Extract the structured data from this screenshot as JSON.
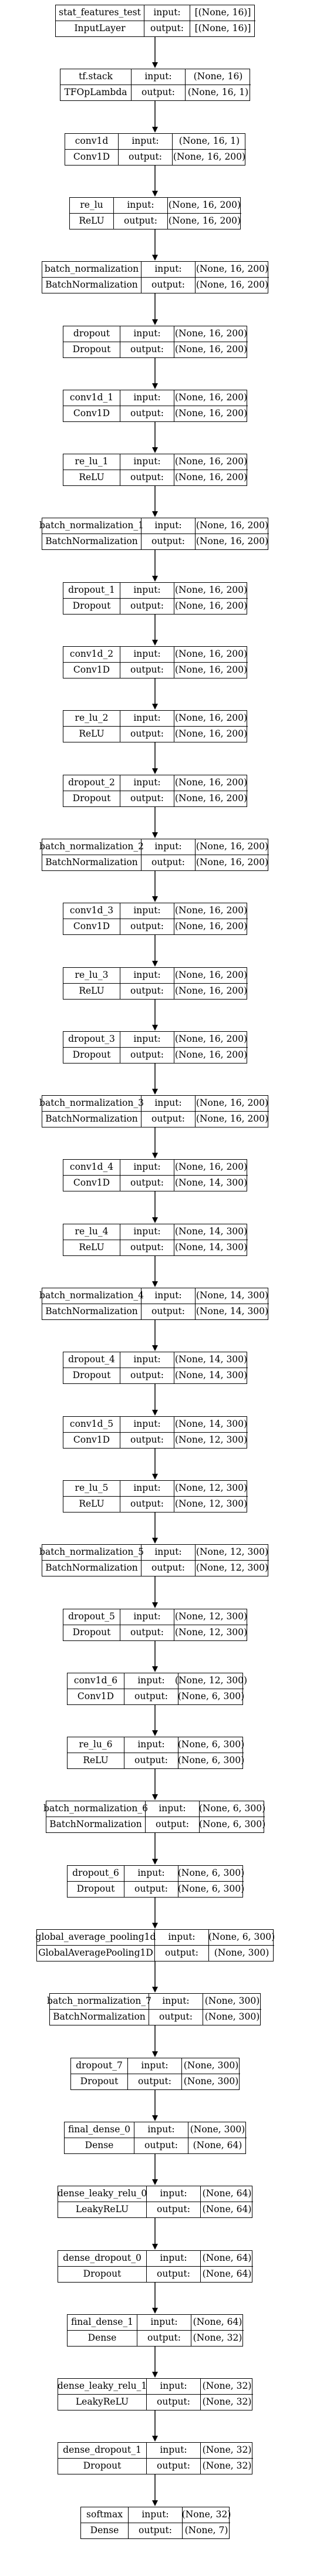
{
  "labels": {
    "input": "input:",
    "output": "output:"
  },
  "layers": [
    {
      "name": "stat_features_test",
      "class": "InputLayer",
      "input": "[(None, 16)]",
      "output": "[(None, 16)]"
    },
    {
      "name": "tf.stack",
      "class": "TFOpLambda",
      "input": "(None, 16)",
      "output": "(None, 16, 1)"
    },
    {
      "name": "conv1d",
      "class": "Conv1D",
      "input": "(None, 16, 1)",
      "output": "(None, 16, 200)"
    },
    {
      "name": "re_lu",
      "class": "ReLU",
      "input": "(None, 16, 200)",
      "output": "(None, 16, 200)"
    },
    {
      "name": "batch_normalization",
      "class": "BatchNormalization",
      "input": "(None, 16, 200)",
      "output": "(None, 16, 200)"
    },
    {
      "name": "dropout",
      "class": "Dropout",
      "input": "(None, 16, 200)",
      "output": "(None, 16, 200)"
    },
    {
      "name": "conv1d_1",
      "class": "Conv1D",
      "input": "(None, 16, 200)",
      "output": "(None, 16, 200)"
    },
    {
      "name": "re_lu_1",
      "class": "ReLU",
      "input": "(None, 16, 200)",
      "output": "(None, 16, 200)"
    },
    {
      "name": "batch_normalization_1",
      "class": "BatchNormalization",
      "input": "(None, 16, 200)",
      "output": "(None, 16, 200)"
    },
    {
      "name": "dropout_1",
      "class": "Dropout",
      "input": "(None, 16, 200)",
      "output": "(None, 16, 200)"
    },
    {
      "name": "conv1d_2",
      "class": "Conv1D",
      "input": "(None, 16, 200)",
      "output": "(None, 16, 200)"
    },
    {
      "name": "re_lu_2",
      "class": "ReLU",
      "input": "(None, 16, 200)",
      "output": "(None, 16, 200)"
    },
    {
      "name": "dropout_2",
      "class": "Dropout",
      "input": "(None, 16, 200)",
      "output": "(None, 16, 200)"
    },
    {
      "name": "batch_normalization_2",
      "class": "BatchNormalization",
      "input": "(None, 16, 200)",
      "output": "(None, 16, 200)"
    },
    {
      "name": "conv1d_3",
      "class": "Conv1D",
      "input": "(None, 16, 200)",
      "output": "(None, 16, 200)"
    },
    {
      "name": "re_lu_3",
      "class": "ReLU",
      "input": "(None, 16, 200)",
      "output": "(None, 16, 200)"
    },
    {
      "name": "dropout_3",
      "class": "Dropout",
      "input": "(None, 16, 200)",
      "output": "(None, 16, 200)"
    },
    {
      "name": "batch_normalization_3",
      "class": "BatchNormalization",
      "input": "(None, 16, 200)",
      "output": "(None, 16, 200)"
    },
    {
      "name": "conv1d_4",
      "class": "Conv1D",
      "input": "(None, 16, 200)",
      "output": "(None, 14, 300)"
    },
    {
      "name": "re_lu_4",
      "class": "ReLU",
      "input": "(None, 14, 300)",
      "output": "(None, 14, 300)"
    },
    {
      "name": "batch_normalization_4",
      "class": "BatchNormalization",
      "input": "(None, 14, 300)",
      "output": "(None, 14, 300)"
    },
    {
      "name": "dropout_4",
      "class": "Dropout",
      "input": "(None, 14, 300)",
      "output": "(None, 14, 300)"
    },
    {
      "name": "conv1d_5",
      "class": "Conv1D",
      "input": "(None, 14, 300)",
      "output": "(None, 12, 300)"
    },
    {
      "name": "re_lu_5",
      "class": "ReLU",
      "input": "(None, 12, 300)",
      "output": "(None, 12, 300)"
    },
    {
      "name": "batch_normalization_5",
      "class": "BatchNormalization",
      "input": "(None, 12, 300)",
      "output": "(None, 12, 300)"
    },
    {
      "name": "dropout_5",
      "class": "Dropout",
      "input": "(None, 12, 300)",
      "output": "(None, 12, 300)"
    },
    {
      "name": "conv1d_6",
      "class": "Conv1D",
      "input": "(None, 12, 300)",
      "output": "(None, 6, 300)"
    },
    {
      "name": "re_lu_6",
      "class": "ReLU",
      "input": "(None, 6, 300)",
      "output": "(None, 6, 300)"
    },
    {
      "name": "batch_normalization_6",
      "class": "BatchNormalization",
      "input": "(None, 6, 300)",
      "output": "(None, 6, 300)"
    },
    {
      "name": "dropout_6",
      "class": "Dropout",
      "input": "(None, 6, 300)",
      "output": "(None, 6, 300)"
    },
    {
      "name": "global_average_pooling1d",
      "class": "GlobalAveragePooling1D",
      "input": "(None, 6, 300)",
      "output": "(None, 300)"
    },
    {
      "name": "batch_normalization_7",
      "class": "BatchNormalization",
      "input": "(None, 300)",
      "output": "(None, 300)"
    },
    {
      "name": "dropout_7",
      "class": "Dropout",
      "input": "(None, 300)",
      "output": "(None, 300)"
    },
    {
      "name": "final_dense_0",
      "class": "Dense",
      "input": "(None, 300)",
      "output": "(None, 64)"
    },
    {
      "name": "dense_leaky_relu_0",
      "class": "LeakyReLU",
      "input": "(None, 64)",
      "output": "(None, 64)"
    },
    {
      "name": "dense_dropout_0",
      "class": "Dropout",
      "input": "(None, 64)",
      "output": "(None, 64)"
    },
    {
      "name": "final_dense_1",
      "class": "Dense",
      "input": "(None, 64)",
      "output": "(None, 32)"
    },
    {
      "name": "dense_leaky_relu_1",
      "class": "LeakyReLU",
      "input": "(None, 32)",
      "output": "(None, 32)"
    },
    {
      "name": "dense_dropout_1",
      "class": "Dropout",
      "input": "(None, 32)",
      "output": "(None, 32)"
    },
    {
      "name": "softmax",
      "class": "Dense",
      "input": "(None, 32)",
      "output": "(None, 7)"
    }
  ]
}
